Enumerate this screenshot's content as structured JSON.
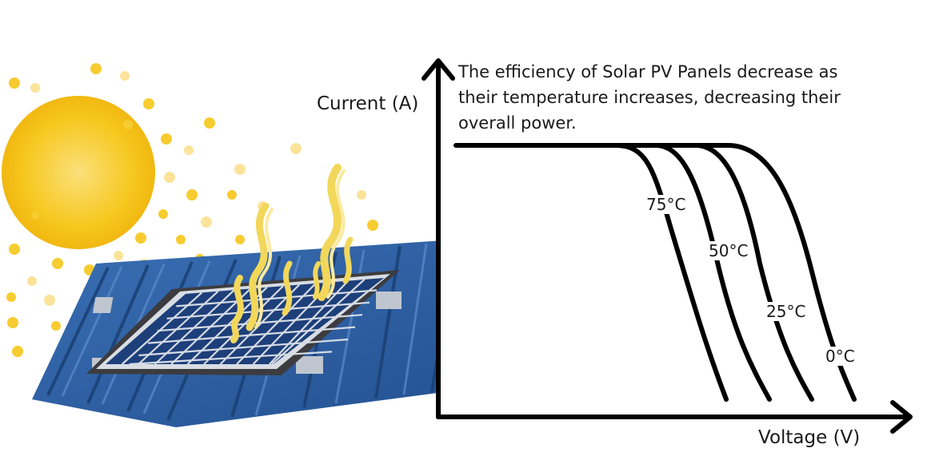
{
  "caption": "The efficiency of Solar PV Panels decrease as their temperature increases, decreasing their overall power.",
  "y_axis_label": "Current (A)",
  "x_axis_label": "Voltage (V)",
  "curves": [
    {
      "label": "75°C"
    },
    {
      "label": "50°C"
    },
    {
      "label": "25°C"
    },
    {
      "label": "0°C"
    }
  ],
  "icons": {
    "sun": "sun-icon",
    "panel": "solar-panel-icon",
    "heat": "heat-waves-icon"
  },
  "colors": {
    "sun": "#f7c820",
    "roof": "#2a5c9e",
    "panel": "#1d3f7a",
    "heat": "#f2d75a",
    "axis": "#000000"
  }
}
